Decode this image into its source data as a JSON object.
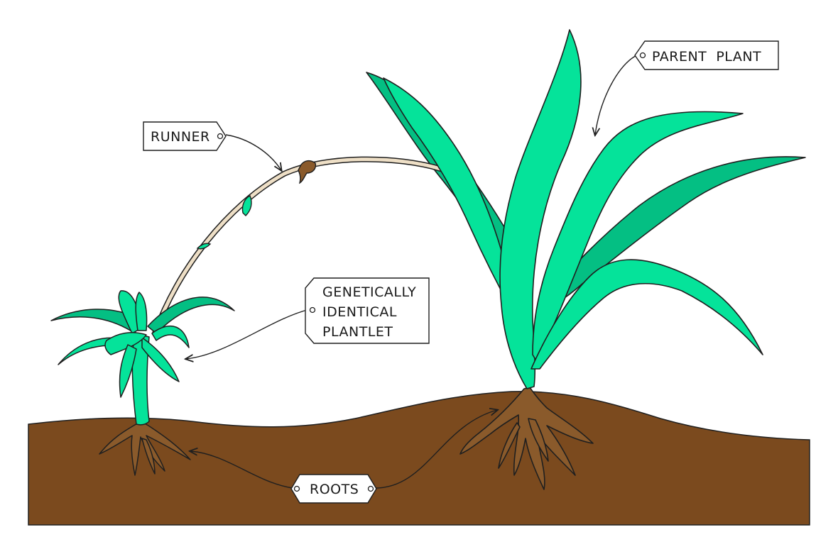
{
  "labels": {
    "parent_plant": "PARENT  PLANT",
    "runner": "RUNNER",
    "plantlet": [
      "GENETICALLY",
      "IDENTICAL",
      "PLANTLET"
    ],
    "roots": "ROOTS"
  },
  "colors": {
    "soil": "#7b4a1e",
    "root": "#8a5a2b",
    "leaf_light": "#05e39a",
    "leaf_dark": "#04bf83",
    "runner": "#eedfc6",
    "outline": "#1f1f1f",
    "label_bg": "#ffffff"
  }
}
